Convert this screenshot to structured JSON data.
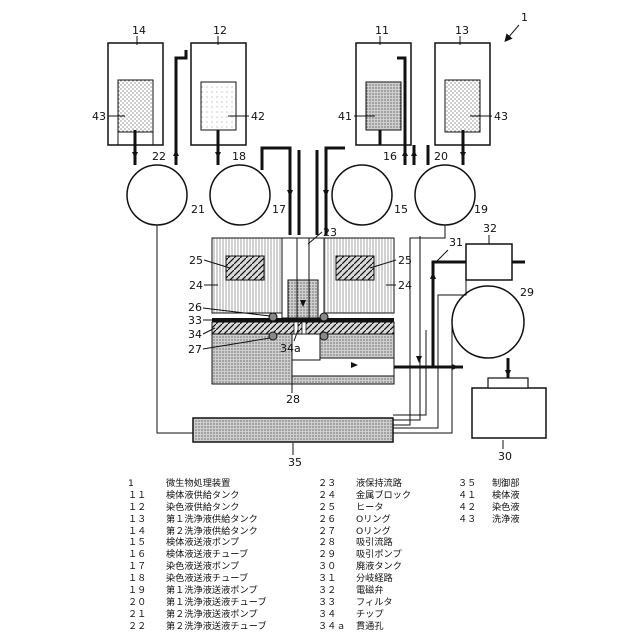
{
  "figure_number": "1",
  "labels": {
    "n14": "14",
    "n12": "12",
    "n11": "11",
    "n13": "13",
    "n43a": "43",
    "n42": "42",
    "n41": "41",
    "n43b": "43",
    "n22": "22",
    "n18": "18",
    "n16": "16",
    "n20": "20",
    "n21": "21",
    "n17": "17",
    "n15": "15",
    "n19": "19",
    "n23": "23",
    "n25a": "25",
    "n25b": "25",
    "n24a": "24",
    "n24b": "24",
    "n26": "26",
    "n33": "33",
    "n34": "34",
    "n27": "27",
    "n34a": "34a",
    "n28": "28",
    "n31": "31",
    "n32": "32",
    "n29": "29",
    "n35": "35",
    "n30": "30"
  },
  "legend": {
    "col1": [
      {
        "num": "1",
        "text": "微生物処理装置"
      },
      {
        "num": "１１",
        "text": "検体液供給タンク"
      },
      {
        "num": "１２",
        "text": "染色液供給タンク"
      },
      {
        "num": "１３",
        "text": "第１洗浄液供給タンク"
      },
      {
        "num": "１４",
        "text": "第２洗浄液供給タンク"
      },
      {
        "num": "１５",
        "text": "検体液送液ポンプ"
      },
      {
        "num": "１６",
        "text": "検体液送液チューブ"
      },
      {
        "num": "１７",
        "text": "染色液送液ポンプ"
      },
      {
        "num": "１８",
        "text": "染色液送液チューブ"
      },
      {
        "num": "１９",
        "text": "第１洗浄液送液ポンプ"
      },
      {
        "num": "２０",
        "text": "第１洗浄液送液チューブ"
      },
      {
        "num": "２１",
        "text": "第２洗浄液送液ポンプ"
      },
      {
        "num": "２２",
        "text": "第２洗浄液送液チューブ"
      }
    ],
    "col2": [
      {
        "num": "２３",
        "text": "液保持流路"
      },
      {
        "num": "２４",
        "text": "金属ブロック"
      },
      {
        "num": "２５",
        "text": "ヒータ"
      },
      {
        "num": "２６",
        "text": "Oリング"
      },
      {
        "num": "２７",
        "text": "Oリング"
      },
      {
        "num": "２８",
        "text": "吸引流路"
      },
      {
        "num": "２９",
        "text": "吸引ポンプ"
      },
      {
        "num": "３０",
        "text": "廃液タンク"
      },
      {
        "num": "３１",
        "text": "分岐経路"
      },
      {
        "num": "３２",
        "text": "電磁弁"
      },
      {
        "num": "３３",
        "text": "フィルタ"
      },
      {
        "num": "３４",
        "text": "チップ"
      },
      {
        "num": "３４ａ",
        "text": "貫通孔"
      }
    ],
    "col3": [
      {
        "num": "３５",
        "text": "制御部"
      },
      {
        "num": "４１",
        "text": "検体液"
      },
      {
        "num": "４２",
        "text": "染色液"
      },
      {
        "num": "４３",
        "text": "洗浄液"
      }
    ]
  }
}
